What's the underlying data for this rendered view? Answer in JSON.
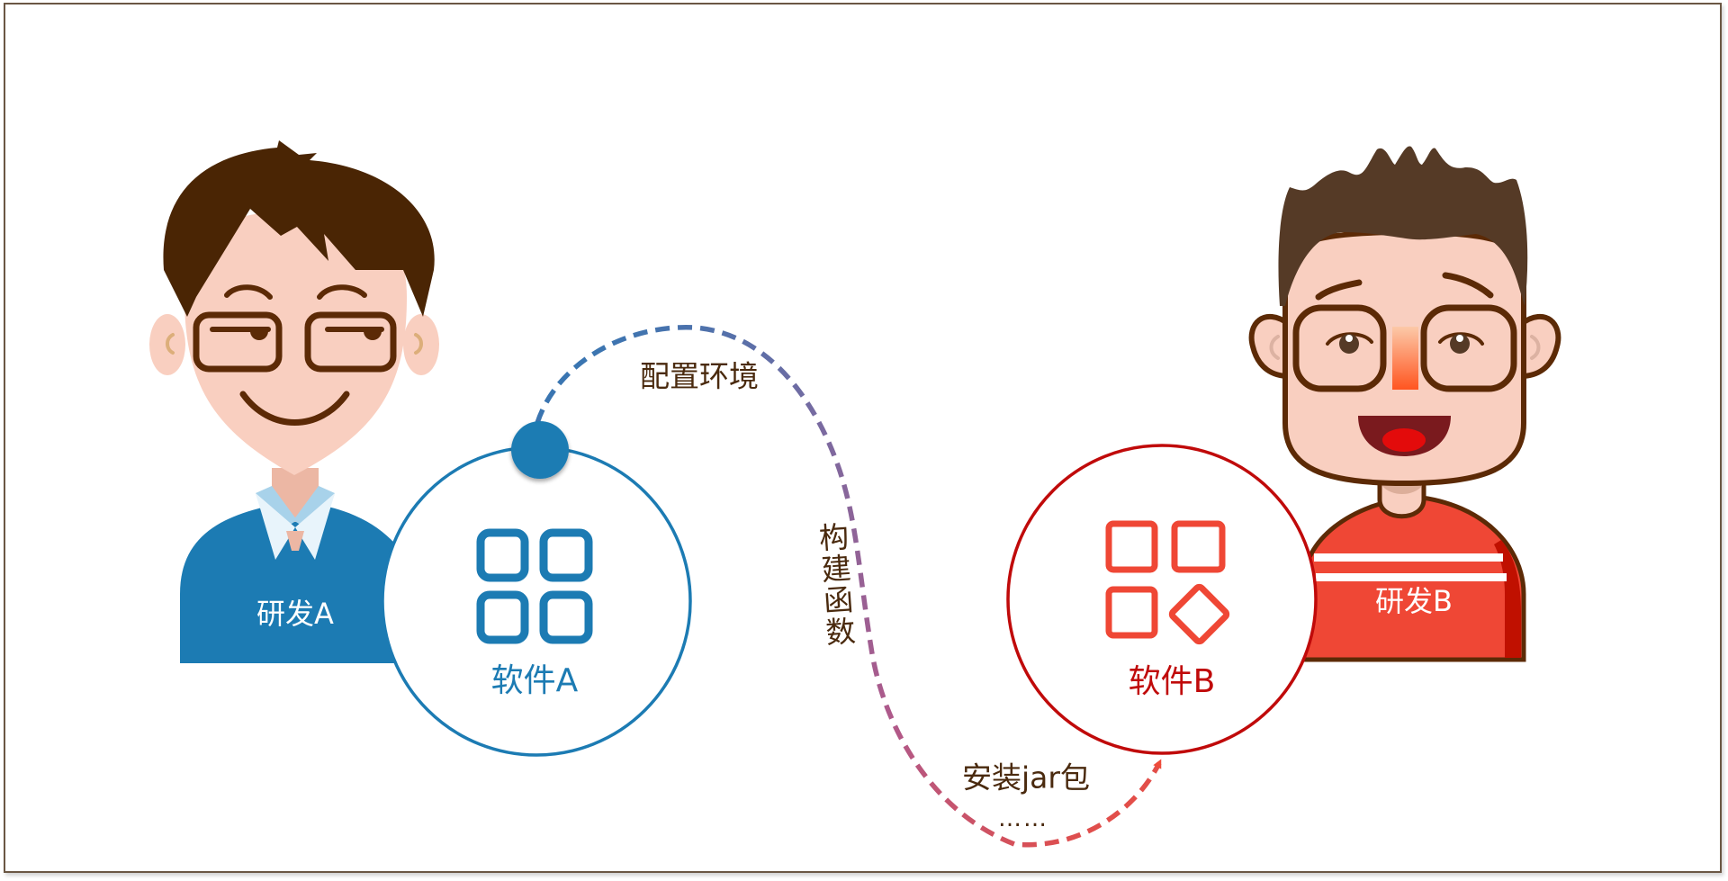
{
  "diagram": {
    "title": "",
    "developers": [
      {
        "id": "A",
        "label": "研发A",
        "shirt_color": "#1c7bb3"
      },
      {
        "id": "B",
        "label": "研发B",
        "shirt_color": "#ef4735"
      }
    ],
    "software": [
      {
        "id": "A",
        "label": "软件A",
        "color": "#1c7bb3",
        "icon": "four-squares-icon"
      },
      {
        "id": "B",
        "label": "软件B",
        "color": "#c00a0a",
        "icon": "three-squares-diamond-icon"
      }
    ],
    "flow": {
      "from": "软件A",
      "to": "软件B",
      "style": "dashed-arrow",
      "gradient_colors": [
        "#2a78b5",
        "#7a6aa0",
        "#b0598a",
        "#ee4b3a"
      ],
      "steps": [
        {
          "label": "配置环境"
        },
        {
          "label": "构建函数"
        },
        {
          "label": "安装jar包"
        },
        {
          "label": "……"
        }
      ]
    },
    "colors": {
      "frame_border": "#6b5744",
      "hair_a": "#4a2504",
      "hair_b": "#553a26",
      "skin": "#f9cfc0",
      "outline": "#5c2a06",
      "text_brown": "#4a2a0e"
    }
  }
}
